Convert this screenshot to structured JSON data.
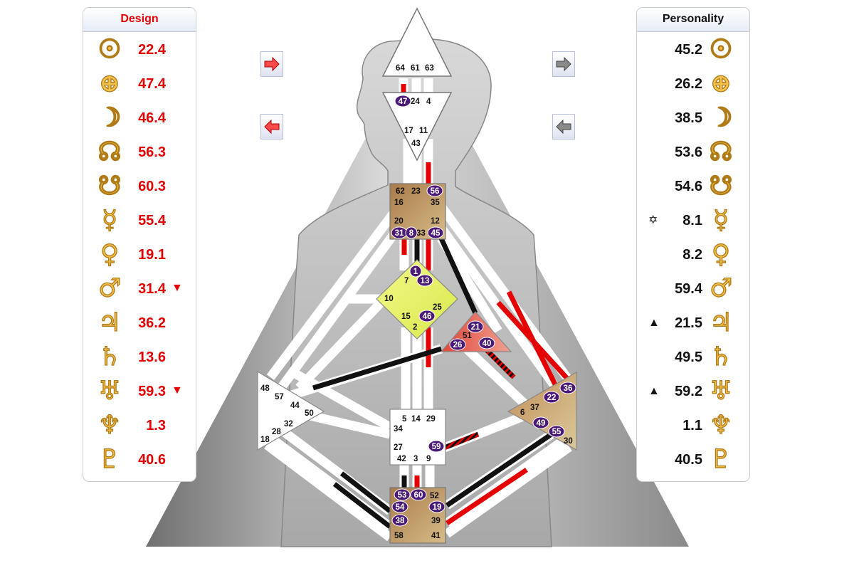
{
  "design": {
    "header": "Design",
    "rows": [
      {
        "icon": "sun-icon",
        "glyph": "☉",
        "value": "22.4",
        "marker": ""
      },
      {
        "icon": "earth-icon",
        "glyph": "⊕",
        "value": "47.4",
        "marker": ""
      },
      {
        "icon": "moon-icon",
        "glyph": "☽",
        "value": "46.4",
        "marker": ""
      },
      {
        "icon": "north-node-icon",
        "glyph": "☊",
        "value": "56.3",
        "marker": ""
      },
      {
        "icon": "south-node-icon",
        "glyph": "☋",
        "value": "60.3",
        "marker": ""
      },
      {
        "icon": "mercury-icon",
        "glyph": "☿",
        "value": "55.4",
        "marker": ""
      },
      {
        "icon": "venus-icon",
        "glyph": "♀",
        "value": "19.1",
        "marker": ""
      },
      {
        "icon": "mars-icon",
        "glyph": "♂",
        "value": "31.4",
        "marker": "▼"
      },
      {
        "icon": "jupiter-icon",
        "glyph": "♃",
        "value": "36.2",
        "marker": ""
      },
      {
        "icon": "saturn-icon",
        "glyph": "♄",
        "value": "13.6",
        "marker": ""
      },
      {
        "icon": "uranus-icon",
        "glyph": "♅",
        "value": "59.3",
        "marker": "▼"
      },
      {
        "icon": "neptune-icon",
        "glyph": "♆",
        "value": "1.3",
        "marker": ""
      },
      {
        "icon": "pluto-icon",
        "glyph": "♇",
        "value": "40.6",
        "marker": ""
      }
    ]
  },
  "personality": {
    "header": "Personality",
    "rows": [
      {
        "icon": "sun-icon",
        "glyph": "☉",
        "value": "45.2",
        "marker": ""
      },
      {
        "icon": "earth-icon",
        "glyph": "⊕",
        "value": "26.2",
        "marker": ""
      },
      {
        "icon": "moon-icon",
        "glyph": "☽",
        "value": "38.5",
        "marker": ""
      },
      {
        "icon": "north-node-icon",
        "glyph": "☊",
        "value": "53.6",
        "marker": ""
      },
      {
        "icon": "south-node-icon",
        "glyph": "☋",
        "value": "54.6",
        "marker": ""
      },
      {
        "icon": "mercury-icon",
        "glyph": "☿",
        "value": "8.1",
        "marker": "✡"
      },
      {
        "icon": "venus-icon",
        "glyph": "♀",
        "value": "8.2",
        "marker": ""
      },
      {
        "icon": "mars-icon",
        "glyph": "♂",
        "value": "59.4",
        "marker": ""
      },
      {
        "icon": "jupiter-icon",
        "glyph": "♃",
        "value": "21.5",
        "marker": "▲"
      },
      {
        "icon": "saturn-icon",
        "glyph": "♄",
        "value": "49.5",
        "marker": ""
      },
      {
        "icon": "uranus-icon",
        "glyph": "♅",
        "value": "59.2",
        "marker": "▲"
      },
      {
        "icon": "neptune-icon",
        "glyph": "♆",
        "value": "1.1",
        "marker": ""
      },
      {
        "icon": "pluto-icon",
        "glyph": "♇",
        "value": "40.5",
        "marker": ""
      }
    ]
  },
  "buttons": {
    "design_next": "arrow-right-icon",
    "design_prev": "arrow-left-icon",
    "personality_next": "arrow-right-icon",
    "personality_prev": "arrow-left-icon"
  },
  "colors": {
    "design": "#e40000",
    "personality": "#111111",
    "gate_badge": "#4b1a78",
    "head": "#ffffff",
    "ajna": "#ffffff",
    "throat": "#b38b55",
    "g_center": "#e6f25a",
    "ego": "#e46050",
    "spleen": "#ffffff",
    "solar_plexus": "#b08a52",
    "sacral": "#ffffff",
    "root": "#b08a52"
  },
  "bodygraph": {
    "head_gates": [
      "64",
      "61",
      "63"
    ],
    "ajna_gates": [
      "47",
      "24",
      "4",
      "17",
      "11",
      "43"
    ],
    "throat_gates": [
      "62",
      "23",
      "56",
      "16",
      "35",
      "20",
      "12",
      "31",
      "8",
      "33",
      "45"
    ],
    "g_gates": [
      "1",
      "7",
      "13",
      "10",
      "25",
      "15",
      "46",
      "2"
    ],
    "ego_gates": [
      "21",
      "51",
      "26",
      "40"
    ],
    "spleen_gates": [
      "48",
      "57",
      "44",
      "50",
      "32",
      "28",
      "18"
    ],
    "sacral_gates": [
      "5",
      "14",
      "29",
      "34",
      "27",
      "59",
      "42",
      "3",
      "9"
    ],
    "solar_plexus_gates": [
      "36",
      "22",
      "37",
      "6",
      "49",
      "55",
      "30"
    ],
    "root_gates": [
      "53",
      "60",
      "52",
      "54",
      "19",
      "38",
      "39",
      "58",
      "41"
    ],
    "activated_badges": [
      "47",
      "56",
      "31",
      "8",
      "45",
      "1",
      "13",
      "46",
      "21",
      "26",
      "40",
      "36",
      "22",
      "49",
      "55",
      "59",
      "53",
      "60",
      "54",
      "19",
      "38"
    ]
  }
}
